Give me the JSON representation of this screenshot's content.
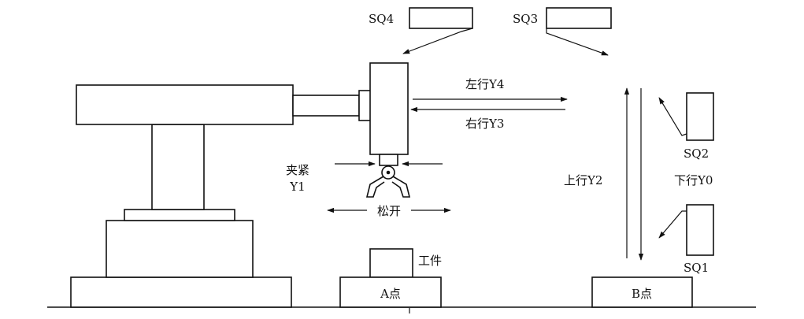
{
  "labels": {
    "sq4": "SQ4",
    "sq3": "SQ3",
    "sq2": "SQ2",
    "sq1": "SQ1",
    "left_y4": "左行Y4",
    "right_y3": "右行Y3",
    "up_y2": "上行Y2",
    "down_y0": "下行Y0",
    "clamp_line1": "夹紧",
    "clamp_line2": "Y1",
    "release": "松开",
    "workpiece": "工件",
    "point_a": "A点",
    "point_b": "B点"
  }
}
